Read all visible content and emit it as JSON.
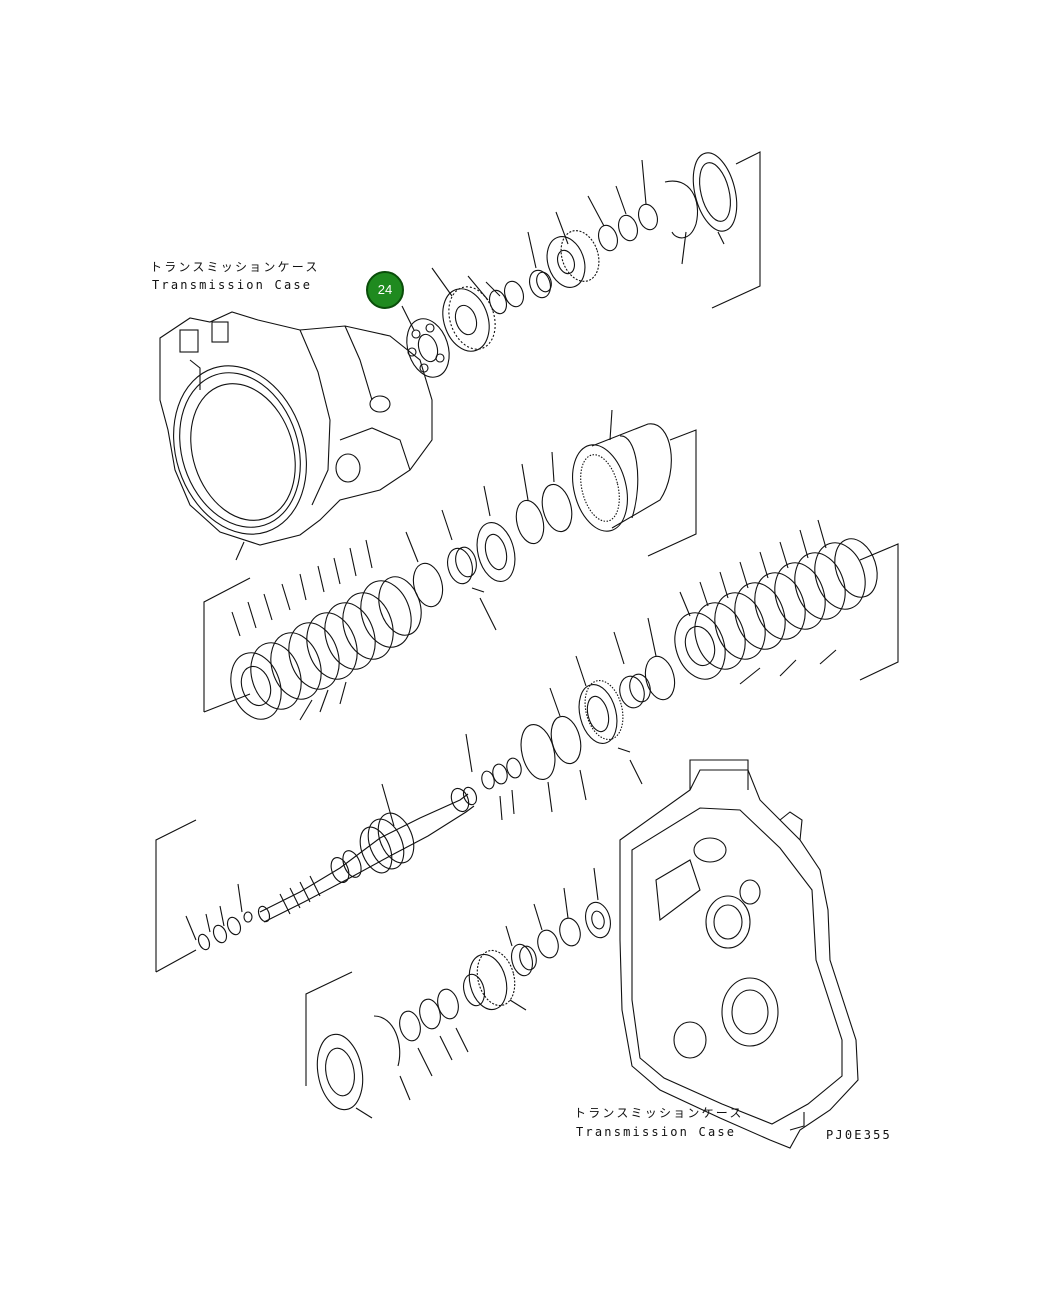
{
  "labels": {
    "top_case_jp": "トランスミッションケース",
    "top_case_en": "Transmission Case",
    "bottom_case_jp": "トランスミッションケース",
    "bottom_case_en": "Transmission Case",
    "drawing_code": "PJ0E355"
  },
  "callout": {
    "number": "24",
    "color": "#1f8a1f"
  }
}
